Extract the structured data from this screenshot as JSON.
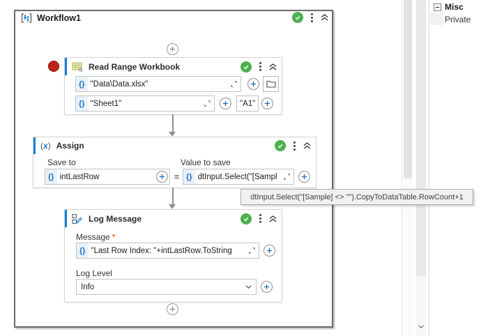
{
  "window": {
    "workflow_title": "Workflow1"
  },
  "tokens": {
    "brace": "{}"
  },
  "activities": {
    "read_range": {
      "title": "Read Range Workbook",
      "file_value": "\"Data\\Data.xlsx\"",
      "sheet_value": "\"Sheet1\"",
      "range_value": "\"A1\""
    },
    "assign": {
      "title": "Assign",
      "save_to_label": "Save to",
      "value_to_save_label": "Value to save",
      "save_to_value": "intLastRow",
      "equals_sign": "=",
      "value_to_save_value": "dtInput.Select(\"[Sampl"
    },
    "log_message": {
      "title": "Log Message",
      "message_label": "Message",
      "required_asterisk": "*",
      "message_value": "\"Last Row Index: \"+intLastRow.ToString",
      "log_level_label": "Log Level",
      "log_level_value": "Info"
    }
  },
  "tooltip": {
    "text": "dtInput.Select(\"[Sample] <> \"\").CopyToDataTable.RowCount+1"
  },
  "properties_panel": {
    "group_label": "Misc",
    "rows": [
      {
        "label": "Private"
      }
    ]
  },
  "colors": {
    "accent_blue": "#1581d8",
    "check_green": "#4CAF50",
    "breakpoint_red": "#c02318"
  }
}
